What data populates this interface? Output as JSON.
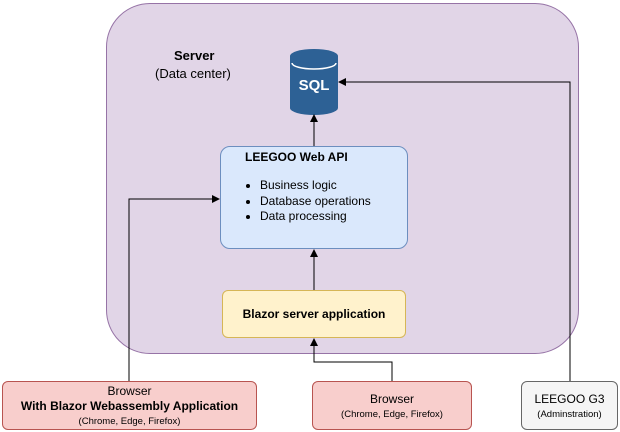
{
  "server": {
    "title": "Server",
    "subtitle": "(Data center)"
  },
  "database": {
    "label": "SQL"
  },
  "api": {
    "title": "LEEGOO Web API",
    "bullets": [
      "Business logic",
      "Database operations",
      "Data processing"
    ]
  },
  "blazor_server": {
    "label": "Blazor server application"
  },
  "browser_wasm": {
    "line1": "Browser",
    "line2": "With Blazor Webassembly Application",
    "sub": "(Chrome, Edge, Firefox)"
  },
  "browser_server": {
    "line1": "Browser",
    "sub": "(Chrome, Edge, Firefox)"
  },
  "leegoo_g3": {
    "line1": "LEEGOO G3",
    "sub": "(Adminstration)"
  },
  "colors": {
    "server_fill": "#e1d5e7",
    "server_stroke": "#9673a6",
    "api_fill": "#dae8fc",
    "api_stroke": "#6c8ebf",
    "blazor_fill": "#fff2cc",
    "blazor_stroke": "#d6b656",
    "browser_fill": "#f8cecc",
    "browser_stroke": "#b85450",
    "g3_fill": "#f5f5f5",
    "g3_stroke": "#666666",
    "db_fill": "#2d6195",
    "connector": "#000000"
  }
}
